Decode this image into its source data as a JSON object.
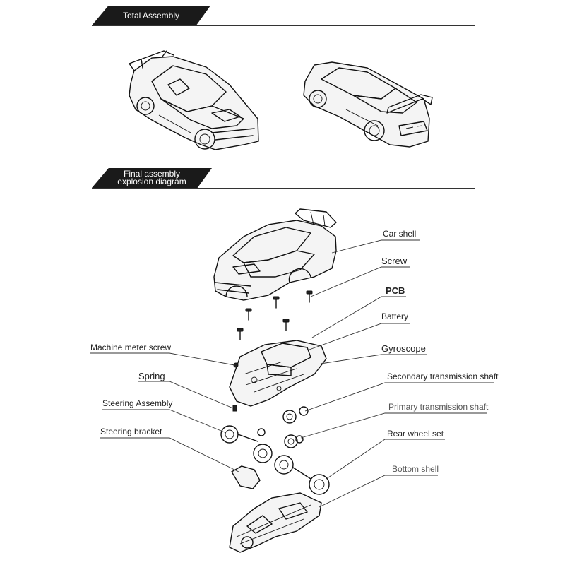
{
  "banners": {
    "total_assembly": "Total Assembly",
    "explosion_line1": "Final assembly",
    "explosion_line2": "explosion diagram"
  },
  "parts": {
    "car_shell": "Car shell",
    "screw": "Screw",
    "pcb": "PCB",
    "battery": "Battery",
    "gyroscope": "Gyroscope",
    "machine_meter_screw": "Machine meter screw",
    "spring": "Spring",
    "secondary_shaft": "Secondary transmission shaft",
    "primary_shaft": "Primary transmission shaft",
    "steering_assembly": "Steering Assembly",
    "rear_wheel_set": "Rear wheel set",
    "steering_bracket": "Steering bracket",
    "bottom_shell": "Bottom shell"
  }
}
